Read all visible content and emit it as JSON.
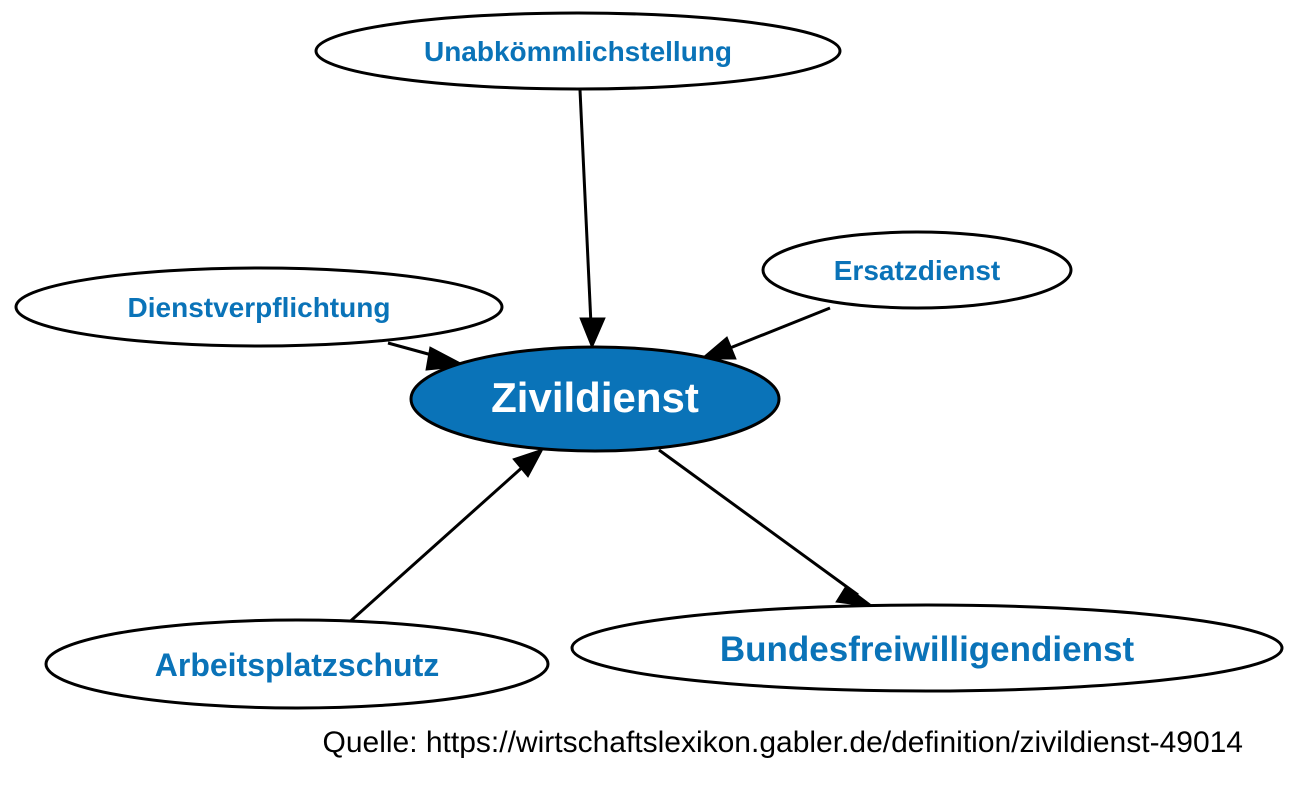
{
  "colors": {
    "central_fill": "#0a73b8",
    "central_text": "#ffffff",
    "node_text": "#0a73b8",
    "node_fill": "#ffffff",
    "stroke": "#000000"
  },
  "central": {
    "label": "Zivildienst"
  },
  "nodes": [
    {
      "id": "unabkoemmlichstellung",
      "label": "Unabkömmlichstellung"
    },
    {
      "id": "ersatzdienst",
      "label": "Ersatzdienst"
    },
    {
      "id": "dienstverpflichtung",
      "label": "Dienstverpflichtung"
    },
    {
      "id": "arbeitsplatzschutz",
      "label": "Arbeitsplatzschutz"
    },
    {
      "id": "bundesfreiwilligendienst",
      "label": "Bundesfreiwilligendienst"
    }
  ],
  "edges": [
    {
      "from": "unabkoemmlichstellung",
      "to": "central"
    },
    {
      "from": "ersatzdienst",
      "to": "central"
    },
    {
      "from": "dienstverpflichtung",
      "to": "central"
    },
    {
      "from": "arbeitsplatzschutz",
      "to": "central"
    },
    {
      "from": "central",
      "to": "bundesfreiwilligendienst"
    }
  ],
  "source": "Quelle: https://wirtschaftslexikon.gabler.de/definition/zivildienst-49014"
}
